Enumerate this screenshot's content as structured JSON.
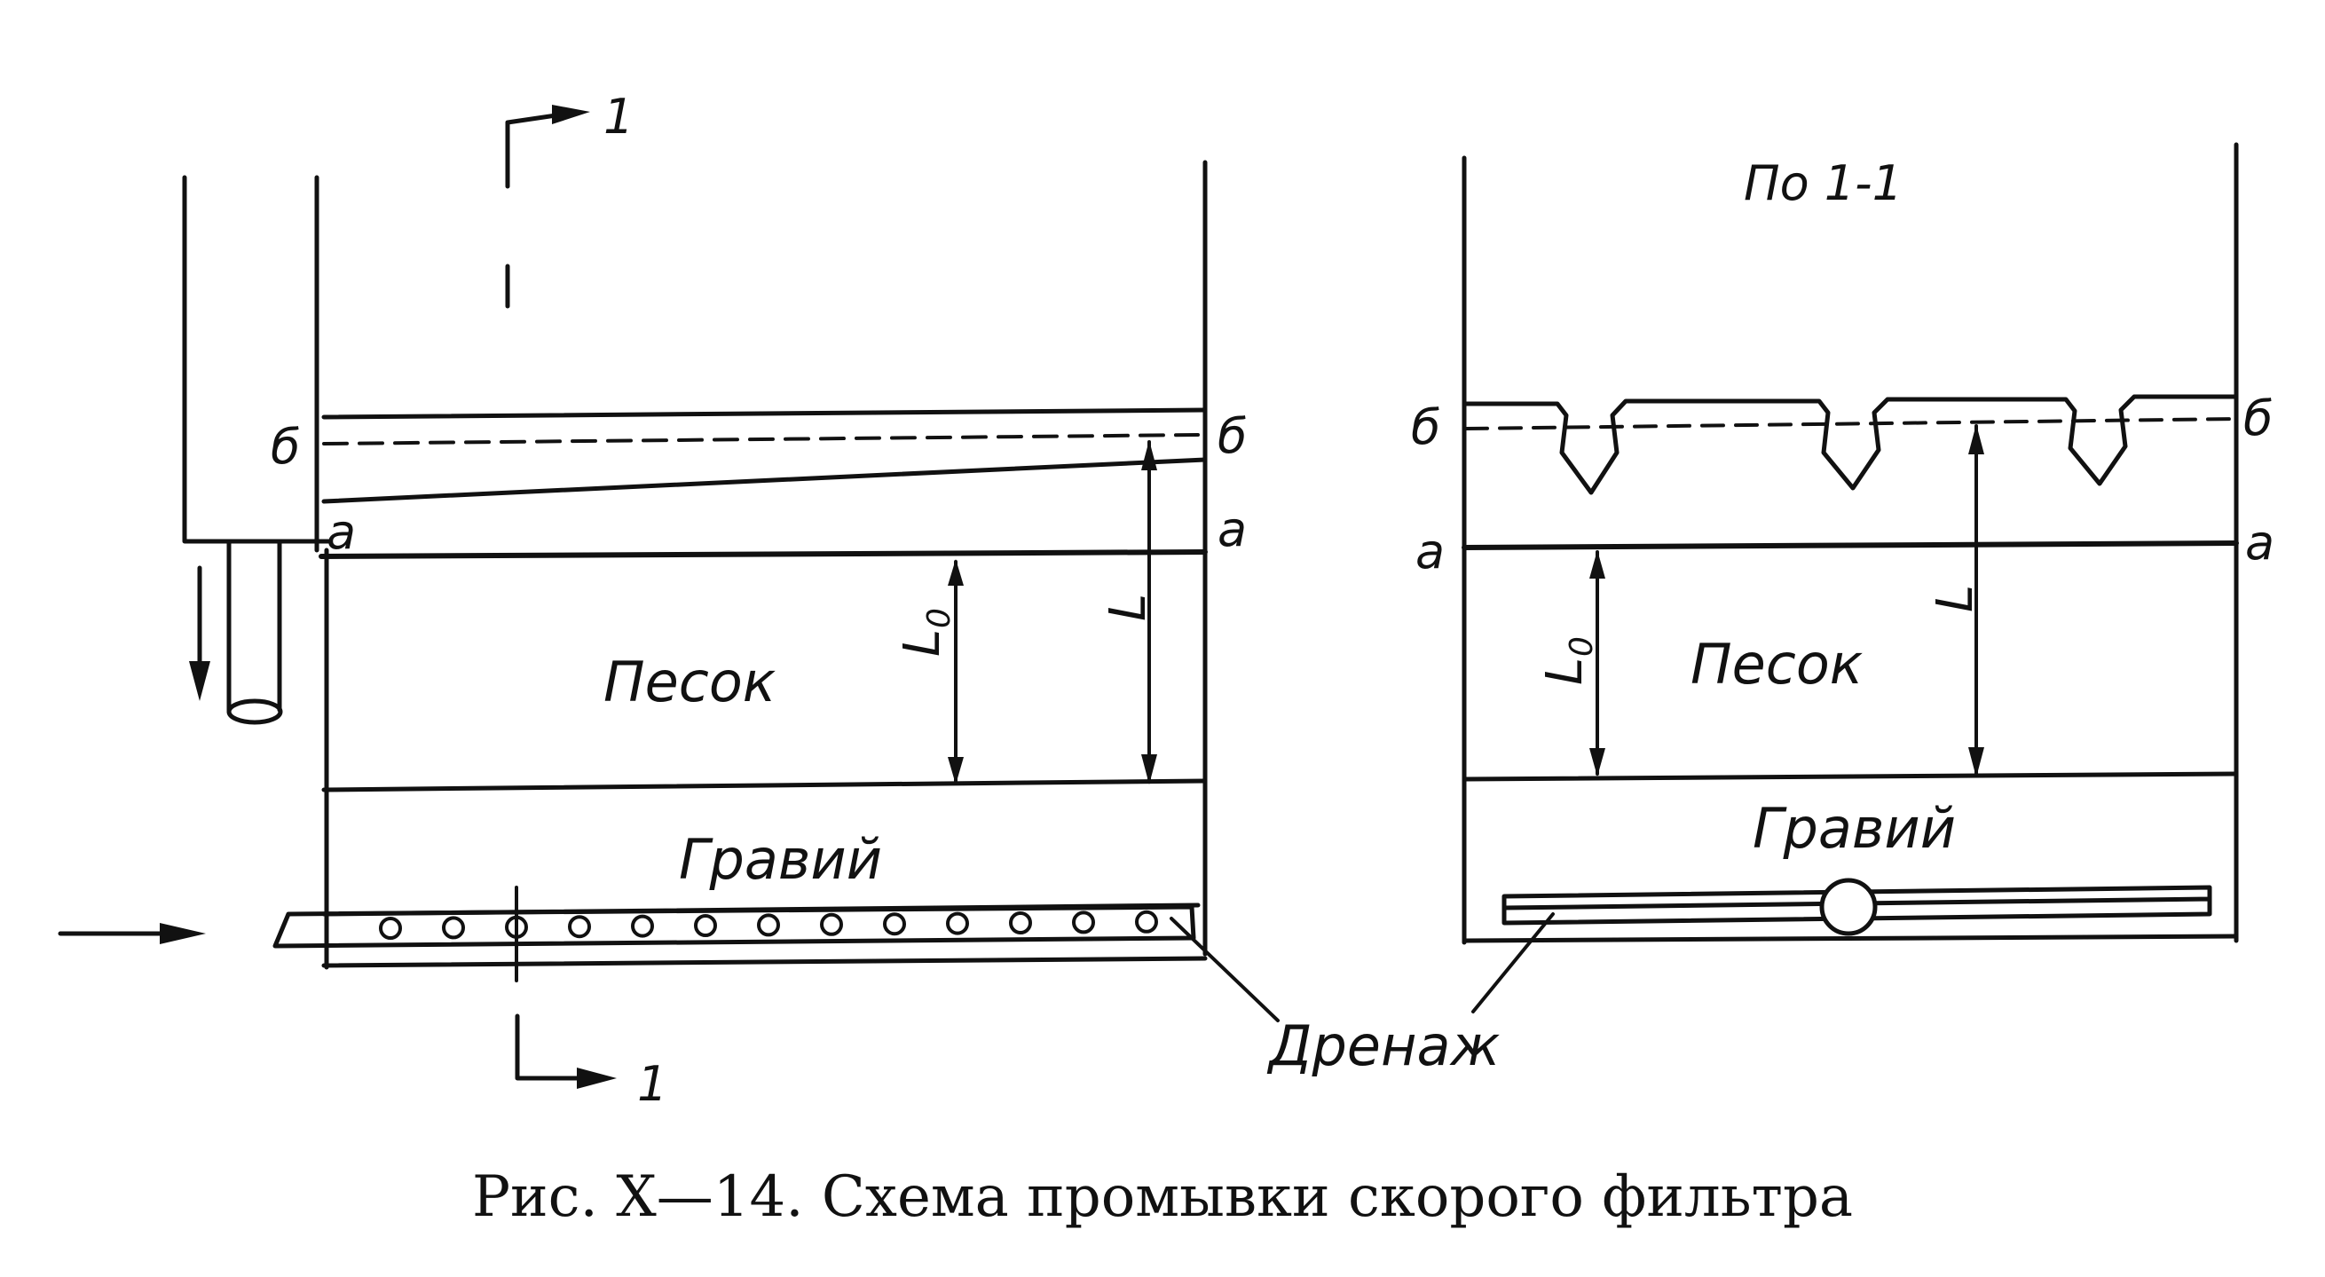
{
  "labels": {
    "section_mark": "1",
    "section_view": "По 1-1",
    "level_b": "б",
    "level_a": "а",
    "dim_L": "L",
    "dim_L0": "L",
    "dim_L0_sub": "0",
    "sand": "Песок",
    "gravel": "Гравий",
    "drainage": "Дренаж"
  },
  "caption": "Рис. X—14.  Схема промывки скорого фильтра"
}
